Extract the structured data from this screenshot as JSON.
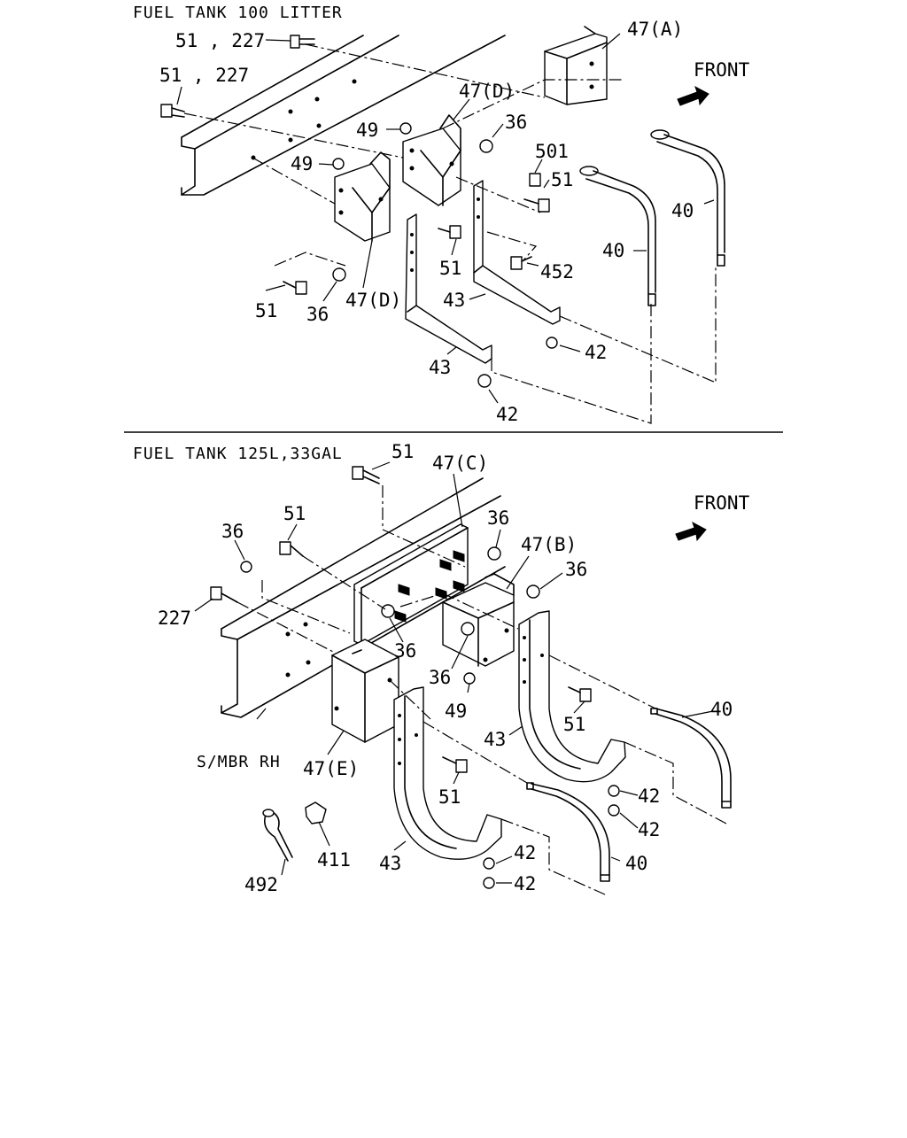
{
  "sections": [
    {
      "title": "FUEL TANK 100 LITTER",
      "front_label": "FRONT",
      "callouts": [
        "51 , 227",
        "51 , 227",
        "47(A)",
        "47(D)",
        "49",
        "36",
        "501",
        "51",
        "49",
        "40",
        "40",
        "51",
        "452",
        "43",
        "51",
        "36",
        "47(D)",
        "42",
        "43",
        "42"
      ]
    },
    {
      "title": "FUEL TANK 125L,33GAL",
      "front_label": "FRONT",
      "frame_label": "S/MBR RH",
      "callouts": [
        "51",
        "47(C)",
        "51",
        "36",
        "36",
        "47(B)",
        "36",
        "227",
        "36",
        "36",
        "49",
        "40",
        "51",
        "43",
        "47(E)",
        "51",
        "42",
        "42",
        "492",
        "411",
        "42",
        "43",
        "40",
        "42"
      ]
    }
  ]
}
